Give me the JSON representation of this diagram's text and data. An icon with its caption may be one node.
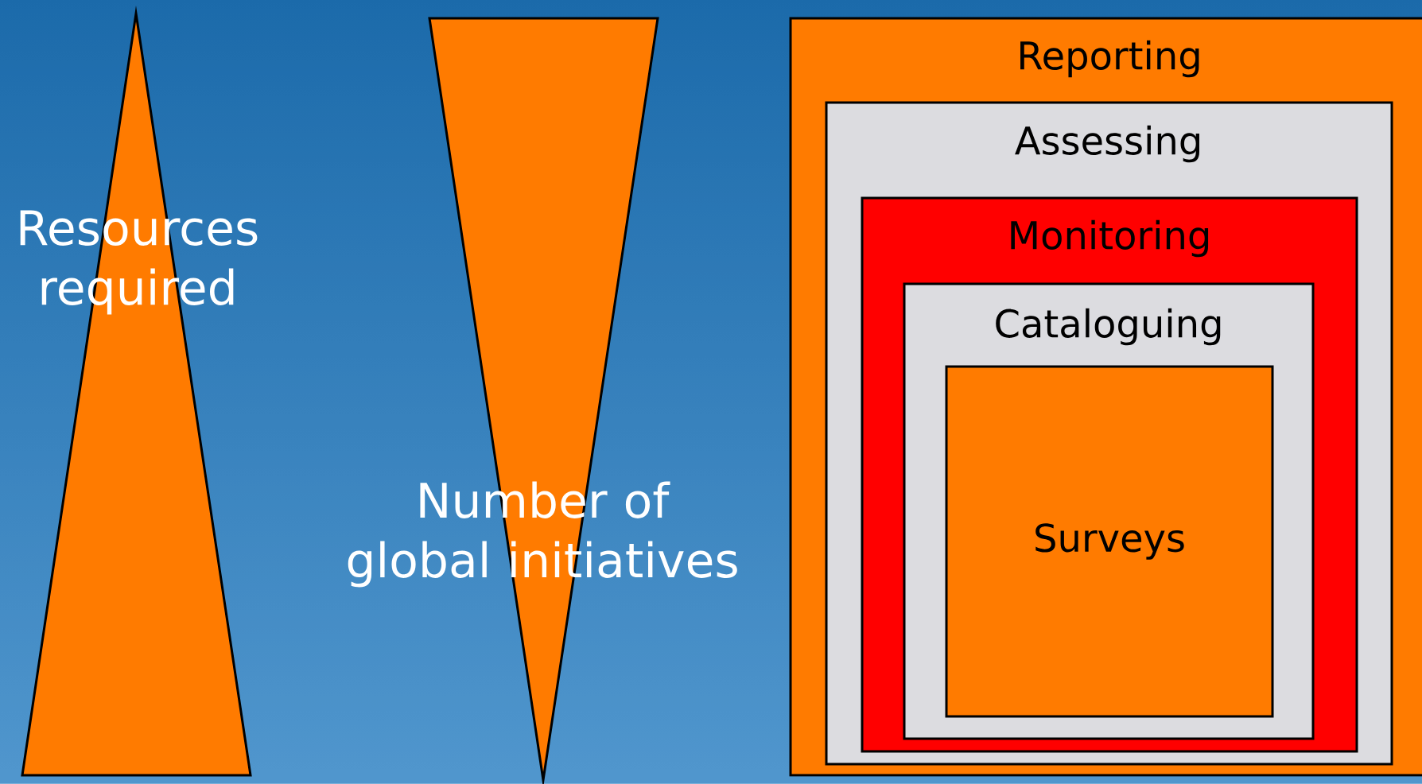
{
  "diagram": {
    "nodes": [
      {
        "text": [
          "Resources required"
        ]
      },
      {
        "text": [
          "Number of global initiatives"
        ]
      },
      {
        "text": [
          "Reporting"
        ]
      },
      {
        "text": [
          "Assessing"
        ],
        "in": 2
      },
      {
        "text": [
          "Monitoring"
        ],
        "in": 3
      },
      {
        "text": [
          "Cataloguing"
        ],
        "in": 4
      },
      {
        "text": [
          "Surveys"
        ],
        "in": 5
      }
    ]
  }
}
